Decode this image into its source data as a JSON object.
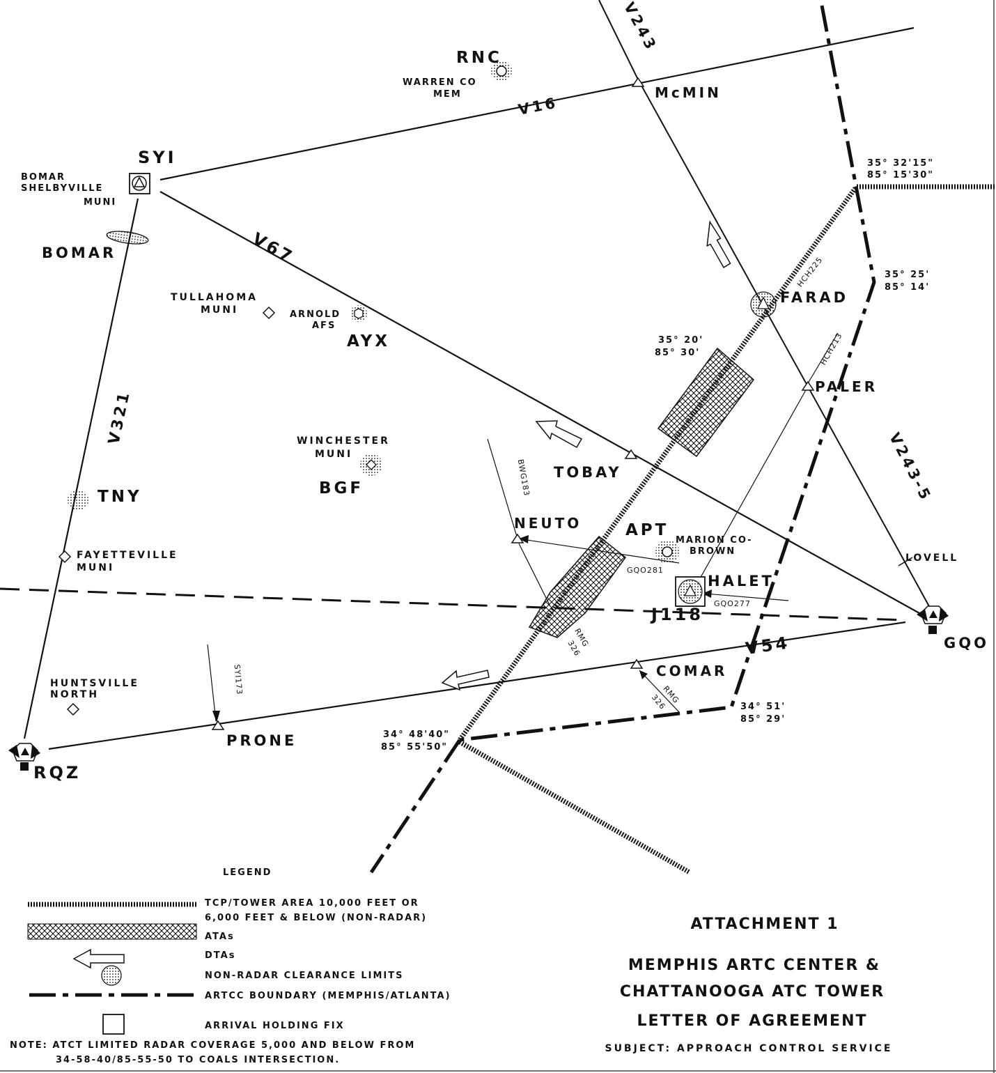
{
  "routes": {
    "v16": "V16",
    "v67": "V67",
    "v321": "V321",
    "v243_top": "V243",
    "v243_5": "V243-5",
    "v54": "V54",
    "j118": "J118"
  },
  "fixes": {
    "syi": "SYI",
    "bomar": "BOMAR",
    "tny": "TNY",
    "rqz": "RQZ",
    "prone": "PRONE",
    "rnc": "RNC",
    "mcmin": "McMIN",
    "ayx": "AYX",
    "bgf": "BGF",
    "tobay": "TOBAY",
    "neuto": "NEUTO",
    "apt": "APT",
    "halet": "HALET",
    "farad": "FARAD",
    "paler": "PALER",
    "lovell": "LOVELL",
    "gqo": "GQO",
    "comar": "COMAR"
  },
  "airports": {
    "bomar_shelbyville_1": "BOMAR",
    "bomar_shelbyville_2": "SHELBYVILLE",
    "bomar_shelbyville_3": "MUNI",
    "warren_1": "WARREN CO",
    "warren_2": "MEM",
    "tullahoma_1": "TULLAHOMA",
    "tullahoma_2": "MUNI",
    "arnold_1": "ARNOLD",
    "arnold_2": "AFS",
    "winchester_1": "WINCHESTER",
    "winchester_2": "MUNI",
    "fayetteville_1": "FAYETTEVILLE",
    "fayetteville_2": "MUNI",
    "huntsville_1": "HUNTSVILLE",
    "huntsville_2": "NORTH",
    "marion_1": "MARION CO-",
    "marion_2": "BROWN"
  },
  "radials": {
    "bwg": "BWG183",
    "syi173": "SYI173",
    "rmg326a": "RMG",
    "rmg326b": "326",
    "rmg326c": "RMG",
    "rmg326d": "326",
    "hch225": "HCH225",
    "hch213": "HCH213",
    "gqo281": "GQO281",
    "gqo277": "GQO277"
  },
  "coords": {
    "c1a": "35° 32'15\"",
    "c1b": "85° 15'30\"",
    "c2a": "35° 25'",
    "c2b": "85° 14'",
    "c3a": "35° 20'",
    "c3b": "85° 30'",
    "c4a": "34° 51'",
    "c4b": "85° 29'",
    "c5a": "34° 48'40\"",
    "c5b": "85° 55'50\""
  },
  "legend": {
    "heading": "LEGEND",
    "tcp_1": "TCP/TOWER AREA 10,000 FEET OR",
    "tcp_2": "6,000  FEET & BELOW (NON-RADAR)",
    "atas": "ATAs",
    "dtas": "DTAs",
    "clearance": "NON-RADAR CLEARANCE LIMITS",
    "boundary": "ARTCC BOUNDARY (MEMPHIS/ATLANTA)",
    "holding": "ARRIVAL HOLDING FIX",
    "note_1": "NOTE: ATCT LIMITED RADAR COVERAGE 5,000 AND BELOW FROM",
    "note_2": "34-58-40/85-55-50 TO COALS INTERSECTION."
  },
  "titleblock": {
    "attachment": "ATTACHMENT 1",
    "line1": "MEMPHIS ARTC CENTER &",
    "line2": "CHATTANOOGA ATC TOWER",
    "line3": "LETTER OF AGREEMENT",
    "subject": "SUBJECT: APPROACH CONTROL SERVICE"
  },
  "colors": {
    "ink": "#111111",
    "paper": "#ffffff"
  }
}
